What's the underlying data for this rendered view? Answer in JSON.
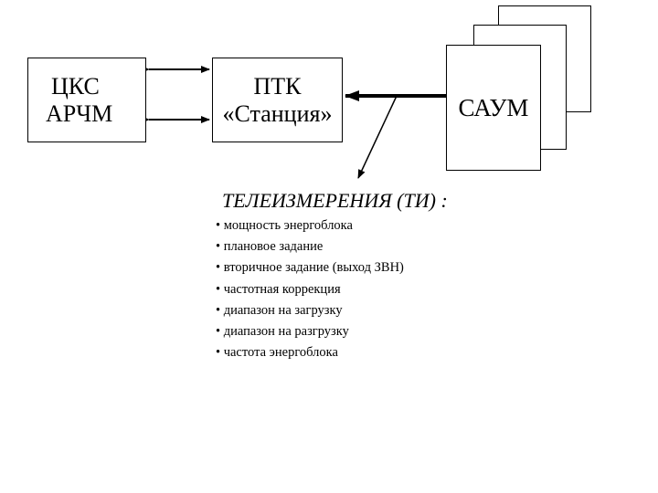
{
  "diagram": {
    "left_box": {
      "line1": "ЦКС",
      "line2": "АРЧМ"
    },
    "center_box": {
      "line1": "ПТК",
      "line2": "«Станция»"
    },
    "right_box": {
      "label": "САУМ"
    },
    "telemetry": {
      "heading": "ТЕЛЕИЗМЕРЕНИЯ (ТИ) :",
      "items": [
        "мощность энергоблока",
        "плановое задание",
        "вторичное задание (выход ЗВН)",
        "частотная коррекция",
        "диапазон на загрузку",
        "диапазон на разгрузку",
        "частота энергоблока"
      ]
    },
    "colors": {
      "line": "#000000",
      "background": "#ffffff"
    }
  }
}
